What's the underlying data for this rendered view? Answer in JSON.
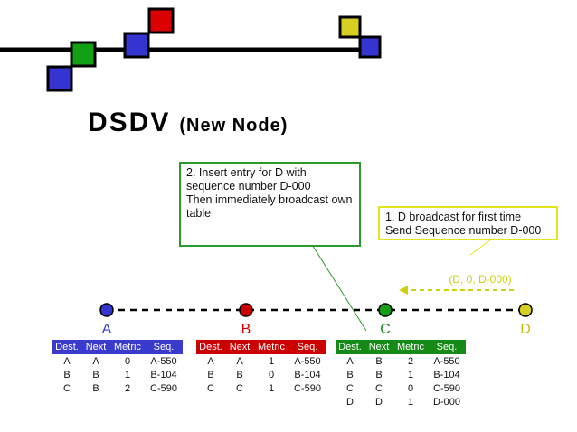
{
  "title": {
    "main": "DSDV",
    "subtitle": "(New Node)"
  },
  "colors": {
    "node_a": "#3a3acc",
    "node_b": "#cc0000",
    "node_c": "#168a16",
    "node_d": "#d8d020",
    "deco_blue": "#3434d0",
    "deco_green": "#14a014",
    "deco_red": "#dd0000",
    "deco_yellow": "#d8d020"
  },
  "callouts": {
    "insert": {
      "lines": [
        "2. Insert entry for D with",
        "sequence number D-000",
        "Then immediately broadcast own",
        "table"
      ]
    },
    "broadcast": {
      "lines": [
        "1. D broadcast for first time",
        "Send Sequence number D-000"
      ]
    }
  },
  "broadcast_message": "(D, 0, D-000)",
  "nodes": [
    {
      "label": "A",
      "color": "#3a3acc"
    },
    {
      "label": "B",
      "color": "#cc0000"
    },
    {
      "label": "C",
      "color": "#168a16"
    },
    {
      "label": "D",
      "color": "#d8d020"
    }
  ],
  "table_headers": [
    "Dest.",
    "Next",
    "Metric",
    "Seq."
  ],
  "tables": {
    "a": [
      [
        "A",
        "A",
        "0",
        "A-550"
      ],
      [
        "B",
        "B",
        "1",
        "B-104"
      ],
      [
        "C",
        "B",
        "2",
        "C-590"
      ]
    ],
    "b": [
      [
        "A",
        "A",
        "1",
        "A-550"
      ],
      [
        "B",
        "B",
        "0",
        "B-104"
      ],
      [
        "C",
        "C",
        "1",
        "C-590"
      ]
    ],
    "c": [
      [
        "A",
        "B",
        "2",
        "A-550"
      ],
      [
        "B",
        "B",
        "1",
        "B-104"
      ],
      [
        "C",
        "C",
        "0",
        "C-590"
      ],
      [
        "D",
        "D",
        "1",
        "D-000"
      ]
    ]
  }
}
